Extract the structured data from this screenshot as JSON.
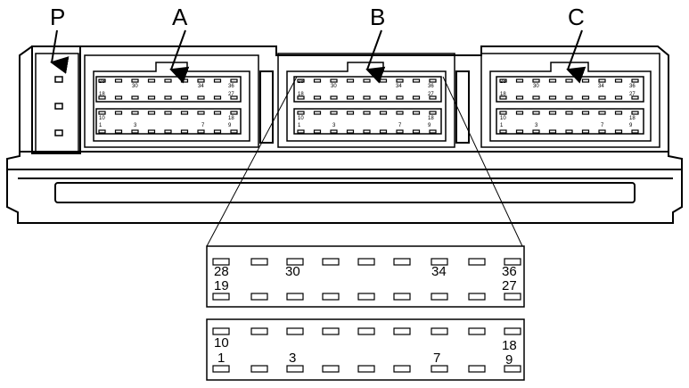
{
  "connectors": {
    "p": {
      "label": "P"
    },
    "a": {
      "label": "A"
    },
    "b": {
      "label": "B"
    },
    "c": {
      "label": "C"
    }
  },
  "mini_labels": {
    "top_left_upper": "28",
    "top_left_lower": "18",
    "top_mid": "30",
    "top_mid2": "34",
    "top_right_upper": "36",
    "top_right_lower": "27",
    "bot_left_upper": "10",
    "bot_left_lower": "1",
    "bot_mid": "3",
    "bot_mid2": "7",
    "bot_right_upper": "18",
    "bot_right_lower": "9"
  },
  "detail": {
    "top": {
      "left_upper": "28",
      "left_lower": "19",
      "mid": "30",
      "mid2": "34",
      "right_upper": "36",
      "right_lower": "27"
    },
    "bottom": {
      "left_upper": "10",
      "left_lower": "1",
      "mid": "3",
      "mid2": "7",
      "right_upper": "18",
      "right_lower": "9"
    }
  },
  "colors": {
    "line": "#000000",
    "background": "#ffffff"
  }
}
